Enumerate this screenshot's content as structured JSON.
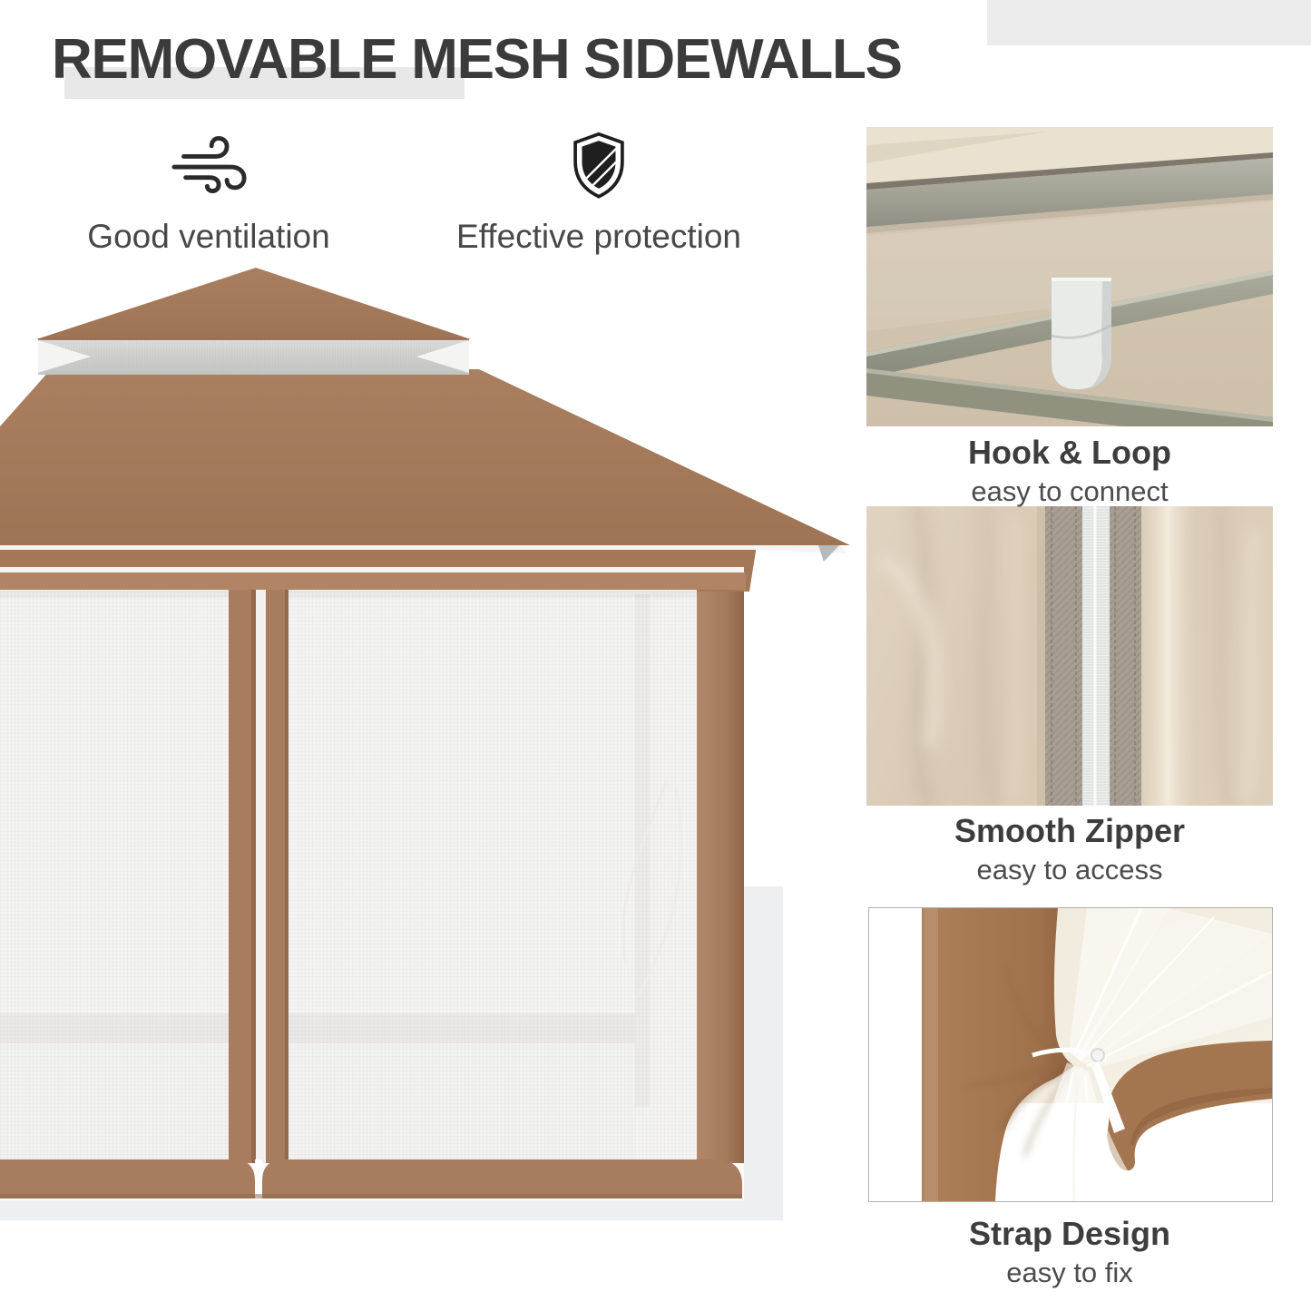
{
  "title": "REMOVABLE MESH SIDEWALLS",
  "features": [
    {
      "label": "Good ventilation",
      "icon": "wind-icon"
    },
    {
      "label": "Effective protection",
      "icon": "shield-icon"
    }
  ],
  "photos": [
    {
      "caption": "Hook & Loop",
      "subcaption": "easy to connect",
      "shows": "velcro strap on frame"
    },
    {
      "caption": "Smooth Zipper",
      "subcaption": "easy to access",
      "shows": "zipper close-up"
    },
    {
      "caption": "Strap Design",
      "subcaption": "easy to fix",
      "shows": "curtain tied with strap"
    }
  ],
  "illustration": {
    "name": "gazebo-with-mesh-sidewalls",
    "canopy_color": "#a57a5b",
    "valance_color": "#b18465",
    "mesh_color": "#f2f1f0",
    "trim_color": "#f3f3f2",
    "title_color": "#3b3b3b",
    "highlight_bar_color": "#e8e8e8"
  }
}
